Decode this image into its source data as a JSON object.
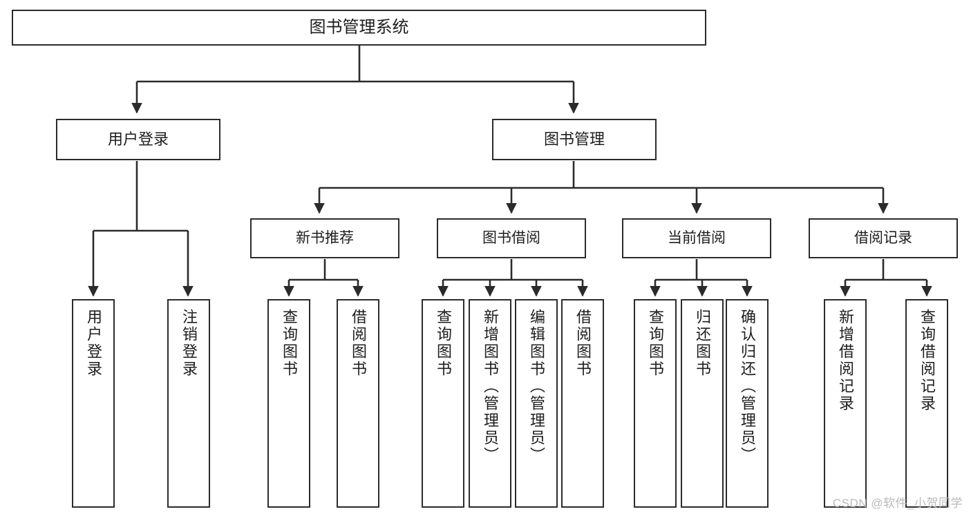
{
  "diagram": {
    "title": "图书管理系统",
    "type": "tree-hierarchy-chart",
    "watermark": "CSDN @软件_小贺同学",
    "colors": {
      "background": "#ffffff",
      "node_border": "#2b2b2b",
      "node_fill": "#ffffff",
      "text": "#1d1d1d",
      "edge": "#2b2b2b",
      "watermark": "#b9b9b9"
    },
    "nodes": {
      "root": {
        "label": "图书管理系统"
      },
      "level1": [
        {
          "id": "user-login",
          "label": "用户登录"
        },
        {
          "id": "book-management",
          "label": "图书管理"
        }
      ],
      "level2": [
        {
          "id": "new-book-recommend",
          "label": "新书推荐"
        },
        {
          "id": "book-borrow",
          "label": "图书借阅"
        },
        {
          "id": "current-borrow",
          "label": "当前借阅"
        },
        {
          "id": "borrow-record",
          "label": "借阅记录"
        }
      ],
      "leaves": {
        "user_login": [
          {
            "id": "leaf-user-login",
            "label": "用户登录"
          },
          {
            "id": "leaf-logout-login",
            "label": "注销登录"
          }
        ],
        "new_book_recommend": [
          {
            "id": "leaf-query-book-1",
            "label": "查询图书"
          },
          {
            "id": "leaf-borrow-book-1",
            "label": "借阅图书"
          }
        ],
        "book_borrow": [
          {
            "id": "leaf-query-book-2",
            "label": "查询图书"
          },
          {
            "id": "leaf-add-book",
            "label": "新增图书（管理员）"
          },
          {
            "id": "leaf-edit-book",
            "label": "编辑图书（管理员）"
          },
          {
            "id": "leaf-borrow-book-2",
            "label": "借阅图书"
          }
        ],
        "current_borrow": [
          {
            "id": "leaf-query-book-3",
            "label": "查询图书"
          },
          {
            "id": "leaf-return-book",
            "label": "归还图书"
          },
          {
            "id": "leaf-confirm-return",
            "label": "确认归还（管理员）"
          }
        ],
        "borrow_record": [
          {
            "id": "leaf-add-borrow-record",
            "label": "新增借阅记录"
          },
          {
            "id": "leaf-query-borrow-record",
            "label": "查询借阅记录"
          }
        ]
      }
    }
  }
}
